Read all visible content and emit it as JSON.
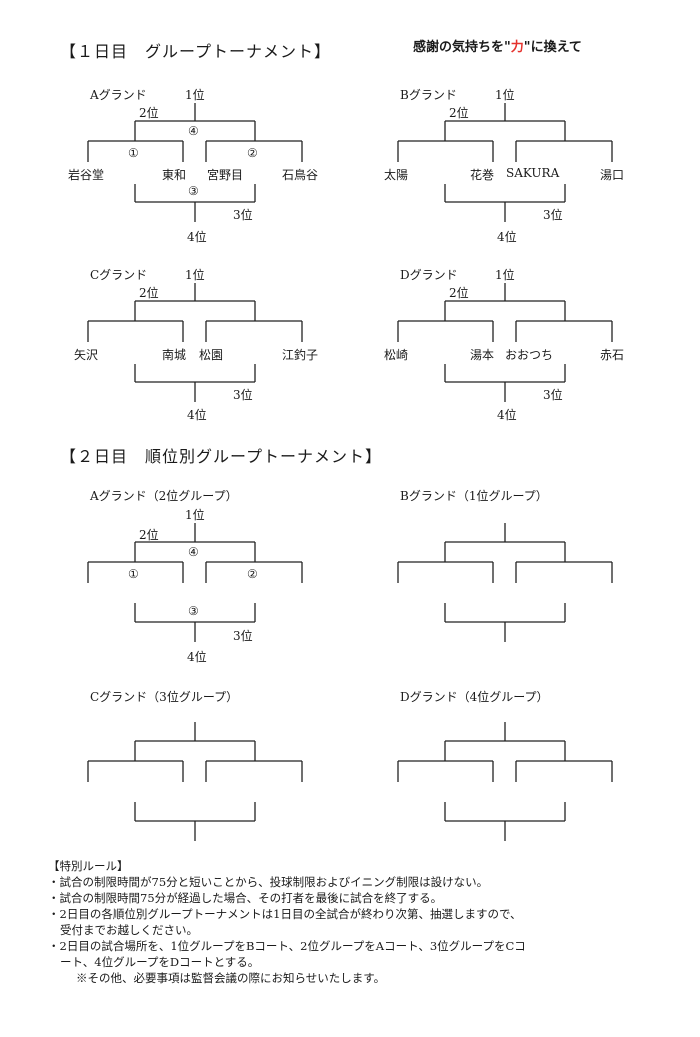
{
  "section1": {
    "title": "【１日目　グループトーナメント】",
    "slogan_pre": "感謝の気持ちを\"",
    "slogan_accent": "力",
    "slogan_post": "\"に換えて",
    "brackets": [
      {
        "ground": "Aグランド",
        "place1": "1位",
        "place2": "2位",
        "place3": "3位",
        "place4": "4位",
        "teams": [
          "岩谷堂",
          "東和",
          "宮野目",
          "石鳥谷"
        ],
        "m1": "①",
        "m2": "②",
        "m3": "③",
        "m4": "④"
      },
      {
        "ground": "Bグランド",
        "place1": "1位",
        "place2": "2位",
        "place3": "3位",
        "place4": "4位",
        "teams": [
          "太陽",
          "花巻",
          "SAKURA",
          "湯口"
        ]
      },
      {
        "ground": "Cグランド",
        "place1": "1位",
        "place2": "2位",
        "place3": "3位",
        "place4": "4位",
        "teams": [
          "矢沢",
          "南城",
          "松園",
          "江釣子"
        ]
      },
      {
        "ground": "Dグランド",
        "place1": "1位",
        "place2": "2位",
        "place3": "3位",
        "place4": "4位",
        "teams": [
          "松崎",
          "湯本",
          "おおつち",
          "赤石"
        ]
      }
    ]
  },
  "section2": {
    "title": "【２日目　順位別グループトーナメント】",
    "brackets": [
      {
        "ground": "Aグランド（2位グループ）",
        "place1": "1位",
        "place2": "2位",
        "place3": "3位",
        "place4": "4位",
        "m1": "①",
        "m2": "②",
        "m3": "③",
        "m4": "④"
      },
      {
        "ground": "Bグランド（1位グループ）"
      },
      {
        "ground": "Cグランド（3位グループ）"
      },
      {
        "ground": "Dグランド（4位グループ）"
      }
    ]
  },
  "rules": {
    "title": "【特別ルール】",
    "items": [
      "・試合の制限時間が75分と短いことから、投球制限およびイニング制限は設けない。",
      "・試合の制限時間75分が経過した場合、その打者を最後に試合を終了する。",
      "・2日目の各順位別グループトーナメントは1日目の全試合が終わり次第、抽選しますので、",
      "受付までお越しください。",
      "・2日目の試合場所を、1位グループをBコート、2位グループをAコート、3位グループをCコ",
      "ート、4位グループをDコートとする。",
      "※その他、必要事項は監督会議の際にお知らせいたします。"
    ]
  }
}
